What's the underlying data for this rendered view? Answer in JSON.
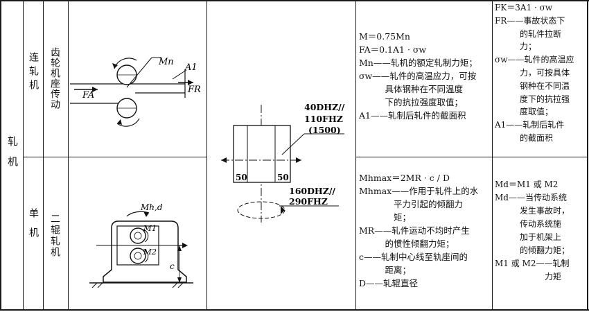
{
  "row_group": {
    "char1": "轧",
    "char2": "机"
  },
  "continuous": {
    "type_label": "连轧机",
    "drive_label": "齿轮机座传动",
    "fig_labels": {
      "mn": "Mn",
      "a1": "A1",
      "fa": "FA",
      "fr": "FR"
    },
    "formulas": [
      "M＝0.75Mn",
      "FA＝0.1A1 · σw",
      "Mn——轧机的额定轧制力矩；",
      "σw——轧件的高温应力，可按",
      "　　　具体钢种在不同温度",
      "　　　下的抗拉强度取值；",
      "A1——轧制后轧件的截面积"
    ],
    "accident": [
      "FK＝3A1 · σw",
      "FR——事故状态下",
      "　　　的轧件拉断",
      "　　　力；",
      "σw——轧件的高温应",
      "　　　力，可按具体",
      "　　　钢种在不同温",
      "　　　度下的抗拉强",
      "　　　度取值；",
      "A1——轧制后轧件",
      "　　　的截面积"
    ]
  },
  "single": {
    "type_label": "单机",
    "drive_label": "二辊轧机",
    "fig_labels": {
      "mhd": "Mh,d",
      "m1": "M1",
      "m2": "M2",
      "c": "c"
    },
    "formulas": [
      "Mhmax＝2MR · c / D",
      "Mhmax——作用于轧件上的水",
      "　　　　平力引起的倾翻力",
      "　　　　矩；",
      "MR——轧件运动不均时产生",
      "　　　的惯性倾翻力矩；",
      "c——轧制中心线至轨座间的",
      "　　　距离；",
      "D——轧辊直径"
    ],
    "accident": [
      "Md＝M1 或 M2",
      "Md——当传动系统",
      "　　　发生事故时，",
      "　　　传动系统施",
      "　　　加于机架上",
      "　　　的倾翻力矩；",
      "M1 或 M2——轧制",
      "　　　　　　力矩"
    ]
  },
  "center_figure": {
    "top_code": "40DHZ//",
    "top_code2": "110FHZ",
    "top_code3": "(1500)",
    "dim_left": "50",
    "dim_right": "50",
    "bottom_code": "160DHZ//",
    "bottom_code2": "290FHZ"
  }
}
